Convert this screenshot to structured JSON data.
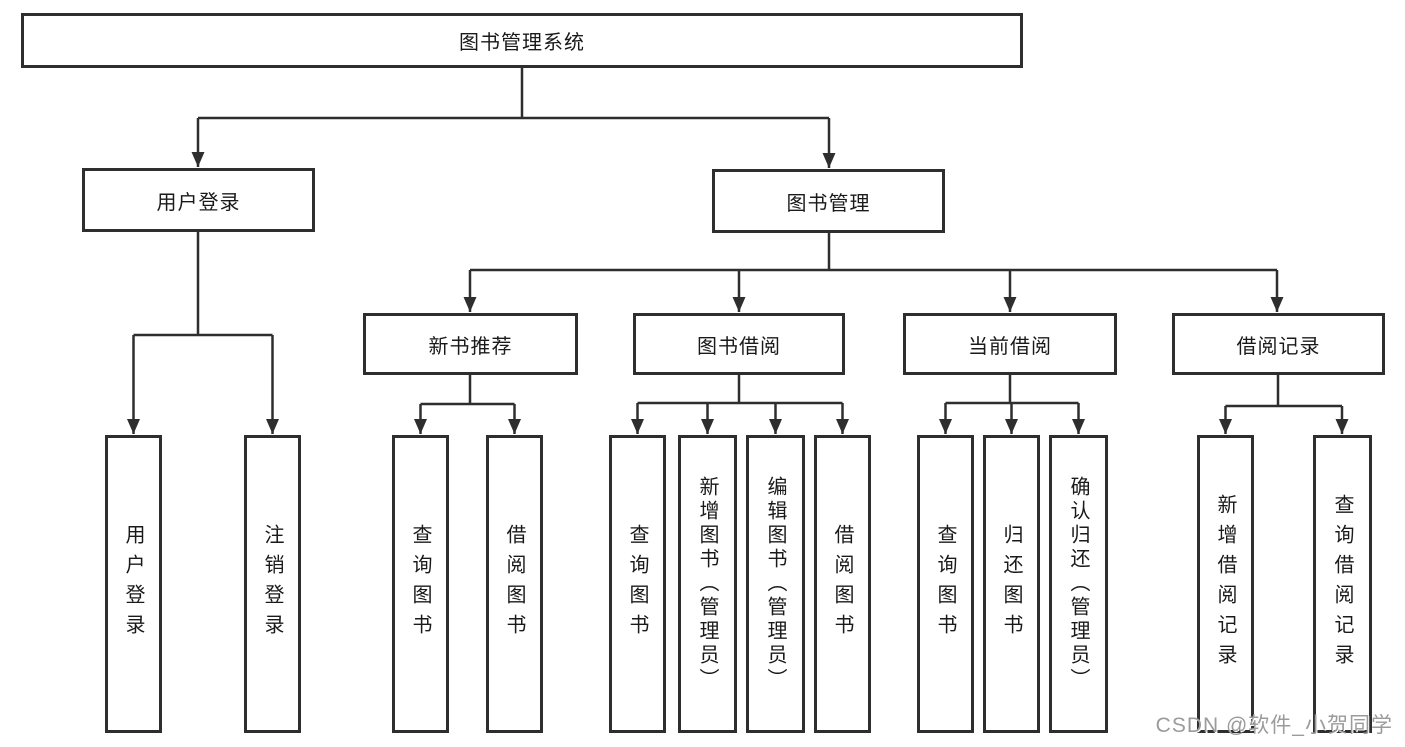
{
  "diagram": {
    "root": "图书管理系统",
    "level2": [
      "用户登录",
      "图书管理"
    ],
    "level3": [
      "新书推荐",
      "图书借阅",
      "当前借阅",
      "借阅记录"
    ],
    "leaves": [
      "用户登录",
      "注销登录",
      "查询图书",
      "借阅图书",
      "查询图书",
      "新增图书（管理员）",
      "编辑图书（管理员）",
      "借阅图书",
      "查询图书",
      "归还图书",
      "确认归还（管理员）",
      "新增借阅记录",
      "查询借阅记录"
    ]
  },
  "colors": {
    "line": "#2e2e2e",
    "text": "#1a1a1a",
    "watermark": "#9b9b9b",
    "background": "#ffffff"
  },
  "watermark": "CSDN @软件_小贺同学"
}
